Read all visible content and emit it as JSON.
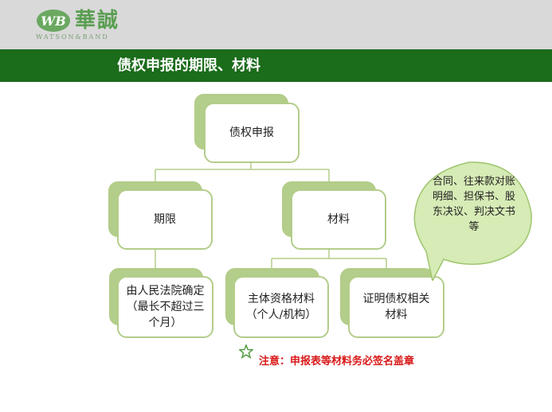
{
  "header": {
    "logo_cn": "華誠",
    "logo_en": "WATSON&BAND",
    "accent_color": "#1b6c1b"
  },
  "page_title": "债权申报的期限、材料",
  "diagram": {
    "root": {
      "label": "债权申报"
    },
    "branches": [
      {
        "label": "期限",
        "children": [
          {
            "label": "由人民法院确定（最长不超过三个月）"
          }
        ]
      },
      {
        "label": "材料",
        "children": [
          {
            "label": "主体资格材料（个人/机构）"
          },
          {
            "label": "证明债权相关材料"
          }
        ]
      }
    ],
    "node_border_color": "#b3cd8a"
  },
  "callout": {
    "text": "合同、往来款对账明细、担保书、股东决议、判决文书等",
    "fill_color": "#d6ebb5"
  },
  "note": {
    "icon": "star-icon",
    "text": "注意：申报表等材料务必签名盖章",
    "color": "#d81818"
  }
}
